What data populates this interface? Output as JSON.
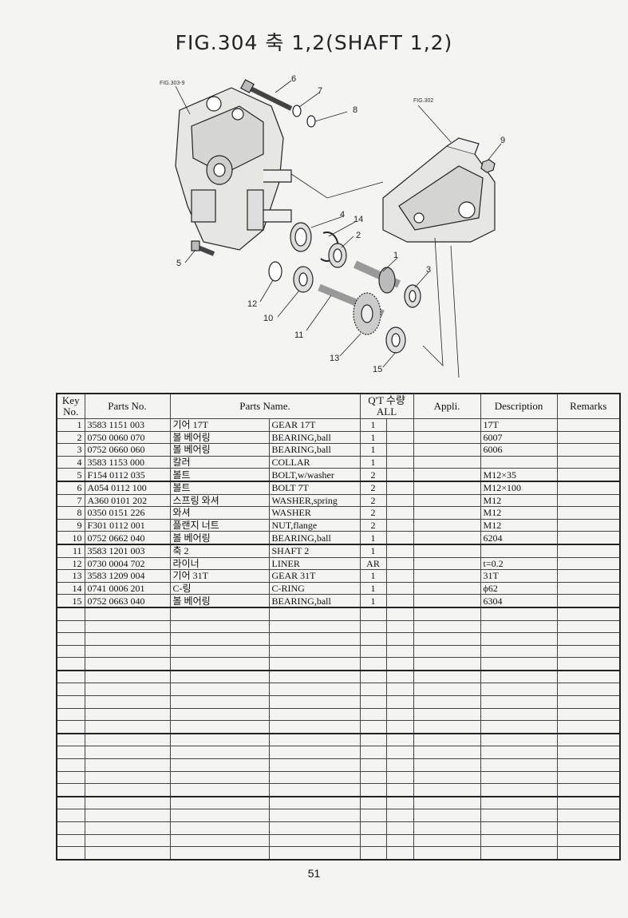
{
  "title": "FIG.304 축 1,2(SHAFT 1,2)",
  "diagram": {
    "fig_refs": [
      "FIG.303-9",
      "FIG.302"
    ],
    "callouts": [
      "1",
      "2",
      "3",
      "4",
      "5",
      "6",
      "7",
      "8",
      "9",
      "10",
      "11",
      "12",
      "13",
      "14",
      "15"
    ]
  },
  "table": {
    "headers": {
      "key": [
        "Key",
        "No."
      ],
      "parts_no": "Parts No.",
      "parts_name": "Parts Name.",
      "qty": [
        "Q'T 수량",
        "ALL"
      ],
      "appli": "Appli.",
      "description": "Description",
      "remarks": "Remarks"
    },
    "rows": [
      {
        "key": "1",
        "parts_no": "3583 1151 003",
        "name_kr": "기어 17T",
        "name_en": "GEAR 17T",
        "qty": "1",
        "desc": "17T"
      },
      {
        "key": "2",
        "parts_no": "0750 0060 070",
        "name_kr": "볼 베어링",
        "name_en": "BEARING,ball",
        "qty": "1",
        "desc": "6007"
      },
      {
        "key": "3",
        "parts_no": "0752 0660 060",
        "name_kr": "볼 베어링",
        "name_en": "BEARING,ball",
        "qty": "1",
        "desc": "6006"
      },
      {
        "key": "4",
        "parts_no": "3583 1153 000",
        "name_kr": "칼러",
        "name_en": "COLLAR",
        "qty": "1",
        "desc": ""
      },
      {
        "key": "5",
        "parts_no": "F154 0112 035",
        "name_kr": "볼트",
        "name_en": "BOLT,w/washer",
        "qty": "2",
        "desc": "M12×35"
      },
      {
        "key": "6",
        "parts_no": "A054 0112 100",
        "name_kr": "볼트",
        "name_en": "BOLT 7T",
        "qty": "2",
        "desc": "M12×100"
      },
      {
        "key": "7",
        "parts_no": "A360 0101 202",
        "name_kr": "스프링 와셔",
        "name_en": "WASHER,spring",
        "qty": "2",
        "desc": "M12"
      },
      {
        "key": "8",
        "parts_no": "0350 0151 226",
        "name_kr": "와셔",
        "name_en": "WASHER",
        "qty": "2",
        "desc": "M12"
      },
      {
        "key": "9",
        "parts_no": "F301 0112 001",
        "name_kr": "플랜지 너트",
        "name_en": "NUT,flange",
        "qty": "2",
        "desc": "M12"
      },
      {
        "key": "10",
        "parts_no": "0752 0662 040",
        "name_kr": "볼 베어링",
        "name_en": "BEARING,ball",
        "qty": "1",
        "desc": "6204"
      },
      {
        "key": "11",
        "parts_no": "3583 1201 003",
        "name_kr": "축 2",
        "name_en": "SHAFT 2",
        "qty": "1",
        "desc": ""
      },
      {
        "key": "12",
        "parts_no": "0730 0004 702",
        "name_kr": "라이너",
        "name_en": "LINER",
        "qty": "AR",
        "desc": "t=0.2"
      },
      {
        "key": "13",
        "parts_no": "3583 1209 004",
        "name_kr": "기어 31T",
        "name_en": "GEAR 31T",
        "qty": "1",
        "desc": "31T"
      },
      {
        "key": "14",
        "parts_no": "0741 0006 201",
        "name_kr": "C-링",
        "name_en": "C-RING",
        "qty": "1",
        "desc": "ϕ62"
      },
      {
        "key": "15",
        "parts_no": "0752 0663 040",
        "name_kr": "볼 베어링",
        "name_en": "BEARING,ball",
        "qty": "1",
        "desc": "6304"
      }
    ]
  },
  "page_number": "51"
}
